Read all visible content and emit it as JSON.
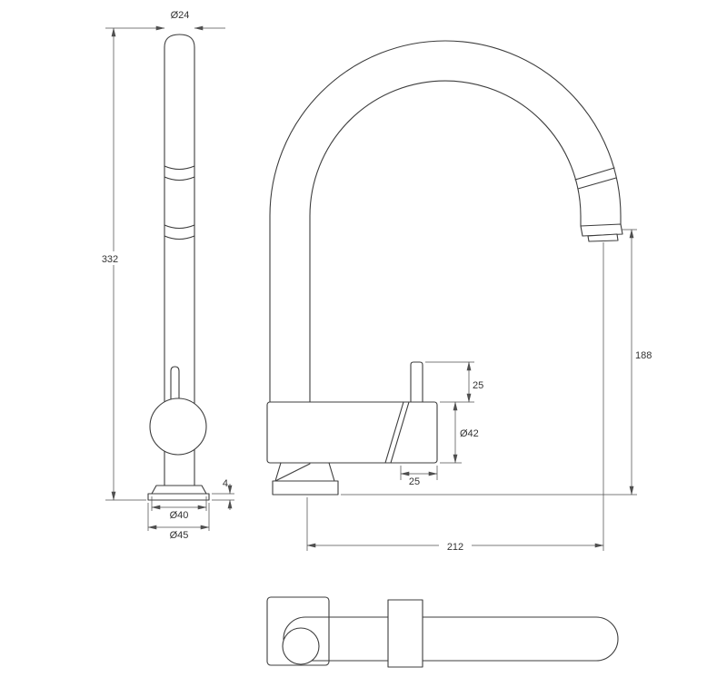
{
  "colors": {
    "background": "#ffffff",
    "object_line": "#3d3d3d",
    "dimension_line": "#4f4f4f",
    "text": "#333333"
  },
  "dimensions": {
    "spout_diameter": "Ø24",
    "total_height": "332",
    "base_plate_thickness": "4",
    "base_diameter_upper": "Ø40",
    "base_diameter_lower": "Ø45",
    "lever_height": "25",
    "body_diameter": "Ø42",
    "handle_width": "25",
    "outlet_height": "188",
    "spout_reach": "212"
  }
}
